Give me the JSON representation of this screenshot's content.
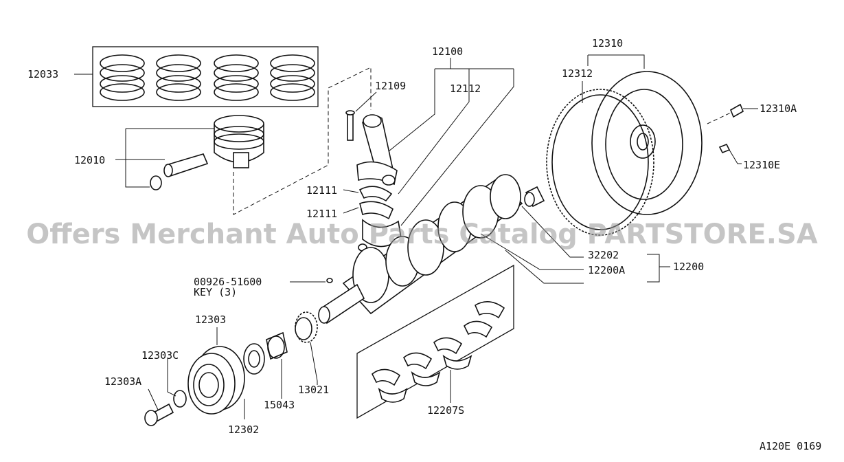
{
  "labels": {
    "p12033": "12033",
    "p12010": "12010",
    "p12100": "12100",
    "p12109": "12109",
    "p12112": "12112",
    "p12111a": "12111",
    "p12111b": "12111",
    "p12310": "12310",
    "p12312": "12312",
    "p12310A": "12310A",
    "p12310E": "12310E",
    "p32202": "32202",
    "p12200A": "12200A",
    "p12200": "12200",
    "p00926": "00926-51600",
    "key": "KEY (3)",
    "p12303": "12303",
    "p12303C": "12303C",
    "p12303A": "12303A",
    "p12302": "12302",
    "p15043": "15043",
    "p13021": "13021",
    "p12207S": "12207S",
    "diagram_code": "A120E 0169"
  },
  "watermark": "Offers Merchant Auto Parts Catalog PARTSTORE.SA",
  "colors": {
    "ink": "#111111",
    "watermark": "#969696",
    "background": "#ffffff"
  }
}
